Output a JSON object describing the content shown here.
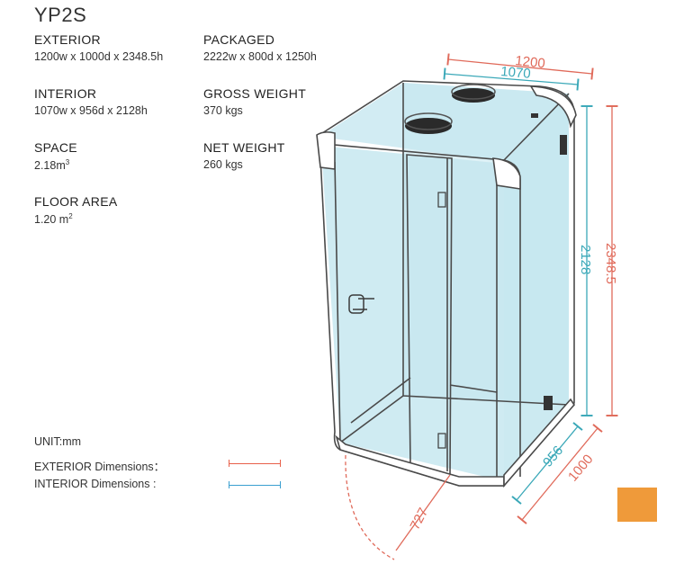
{
  "product": {
    "model": "YP2S"
  },
  "specs": {
    "exterior": {
      "label": "EXTERIOR",
      "value": "1200w x 1000d x 2348.5h"
    },
    "interior": {
      "label": "INTERIOR",
      "value": "1070w x 956d x 2128h"
    },
    "space": {
      "label": "SPACE",
      "value": "2.18m",
      "unit_sup": "3"
    },
    "floor_area": {
      "label": "FLOOR AREA",
      "value": "1.20 m",
      "unit_sup": "2"
    },
    "packaged": {
      "label": "PACKAGED",
      "value": "2222w x 800d x 1250h"
    },
    "gross_weight": {
      "label": "GROSS WEIGHT",
      "value": "370 kgs"
    },
    "net_weight": {
      "label": "NET WEIGHT",
      "value": "260 kgs"
    }
  },
  "legend": {
    "unit": "UNIT:mm",
    "exterior_label": "EXTERIOR Dimensions：",
    "interior_label": "INTERIOR Dimensions :",
    "exterior_color": "#e8604a",
    "interior_color": "#3a9fd0"
  },
  "dimensions": {
    "exterior_width": "1200",
    "interior_width": "1070",
    "interior_height": "2128",
    "exterior_height": "2348.5",
    "interior_depth": "956",
    "exterior_depth": "1000",
    "door_swing": "727"
  },
  "colors": {
    "glass": "#c3e6ef",
    "frame": "#555555",
    "exterior_dim": "#e06a5a",
    "interior_dim": "#3aa8b8",
    "accent_swatch": "#ef9a3a"
  }
}
